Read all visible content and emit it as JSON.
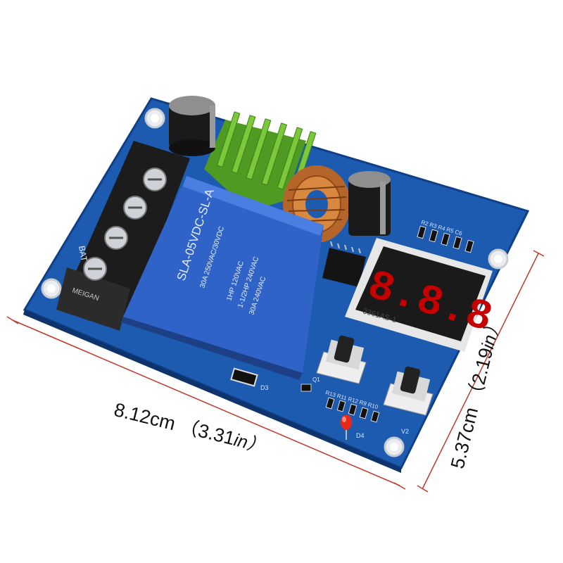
{
  "relay": {
    "model": "SLA-05VDC-SL-A",
    "ratings": [
      "30A 250VAC/30VDC",
      "1HP 120VAC",
      "1-1/2HP 240VAC",
      "30A 240VAC"
    ]
  },
  "terminal_labels": {
    "bat": "BAT",
    "brand": "MEIGAN"
  },
  "display": {
    "digits": "8.8.8",
    "part_number": "3361AS-1"
  },
  "silkscreen": {
    "d3": "D3",
    "d4": "D4",
    "q1": "Q1",
    "v2": "V2",
    "resistors": "R13 R11 R12 R9 R10",
    "caps": "R2 R3 R4 R5 C6"
  },
  "dimensions": {
    "width_cm": "8.12cm",
    "width_in": "（3.31",
    "height_cm": "5.37cm",
    "height_in": "（2.19",
    "unit_in": "in）"
  },
  "colors": {
    "pcb": "#1f5fb5",
    "relay": "#2f63c8",
    "heatsink": "#5fa82a",
    "terminal": "#1b1b1b",
    "display_segment": "#c40000",
    "dimension_line": "#c0392b"
  }
}
